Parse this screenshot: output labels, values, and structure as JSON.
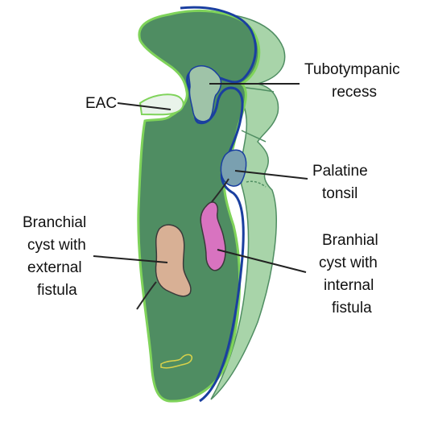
{
  "labels": {
    "eac": "EAC",
    "tubotympanic_1": "Tubotympanic",
    "tubotympanic_2": "recess",
    "palatine_1": "Palatine",
    "palatine_2": "tonsil",
    "branchial_ext_1": "Branchial",
    "branchial_ext_2": "cyst with",
    "branchial_ext_3": "external",
    "branchial_ext_4": "fistula",
    "branhial_int_1": "Branhial",
    "branhial_int_2": "cyst with",
    "branhial_int_3": "internal",
    "branhial_int_4": "fistula"
  },
  "colors": {
    "embryo_fill": "#4f8d62",
    "embryo_outline": "#7fd35a",
    "back_layer_fill": "#a8d4a9",
    "back_layer_stroke": "#4f8d62",
    "endoderm_line": "#1a3fa0",
    "tubotympanic_fill": "#9fc3a8",
    "tonsil_fill": "#7aa0b0",
    "ext_cyst_fill": "#d8b095",
    "int_cyst_fill": "#d873c0",
    "leader_line": "#222222"
  }
}
